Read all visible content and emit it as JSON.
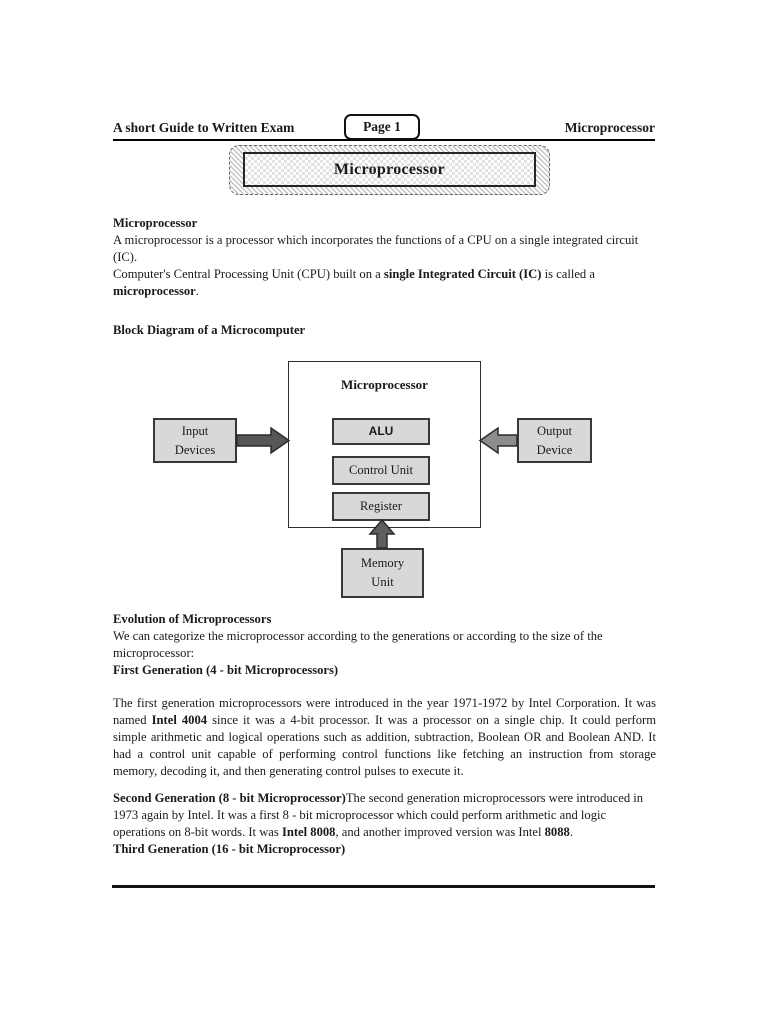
{
  "header": {
    "left": "A short Guide to Written Exam",
    "page_badge": "Page 1",
    "right": "Microprocessor"
  },
  "banner": {
    "title": "Microprocessor"
  },
  "intro": {
    "heading": "Microprocessor",
    "p1": "A microprocessor is a processor which incorporates the functions of a CPU on a single integrated circuit (IC).",
    "p2_pre": "Computer's Central Processing Unit (CPU) built on a ",
    "p2_bold1": "single Integrated Circuit (IC)",
    "p2_mid": " is called a ",
    "p2_bold2": "microprocessor",
    "p2_end": "."
  },
  "diagram": {
    "heading": "Block Diagram of a Microcomputer",
    "cpu_title": "Microprocessor",
    "alu": "ALU",
    "control_unit": "Control Unit",
    "register": "Register",
    "input_line1": "Input",
    "input_line2": "Devices",
    "output_line1": "Output",
    "output_line2": "Device",
    "memory_line1": "Memory",
    "memory_line2": "Unit",
    "arrow_colors": {
      "input": "#575757",
      "output": "#8c8c8c",
      "memory": "#5f5f5f",
      "outline": "#2b2b2b"
    }
  },
  "evolution": {
    "heading": "Evolution of Microprocessors",
    "body": "We can categorize the microprocessor according to the generations or according to the size of the microprocessor:",
    "first_gen_heading": "First Generation (4 - bit Microprocessors)"
  },
  "first_gen": {
    "p1": "The first generation microprocessors were introduced in the year 1971-1972 by Intel Corporation. It was named ",
    "b1": "Intel 4004",
    "p2": " since it was a 4-bit processor. It was a processor on a single chip. It could perform simple arithmetic and logical operations such as addition, subtraction, Boolean OR and Boolean AND. It had a control unit capable of performing control functions like fetching an instruction from storage memory, decoding it, and then generating control pulses to execute it."
  },
  "second_gen": {
    "heading_inline": "Second Generation (8 - bit Microprocessor)",
    "p1": "The second generation microprocessors were introduced in 1973 again by Intel. It was a first 8 - bit microprocessor which could perform arithmetic and logic operations on 8-bit words. It was ",
    "b1": "Intel 8008",
    "p2": ", and another improved version was Intel ",
    "b2": "8088",
    "p3": ".",
    "third_gen_heading": "Third Generation (16 - bit Microprocessor)"
  }
}
